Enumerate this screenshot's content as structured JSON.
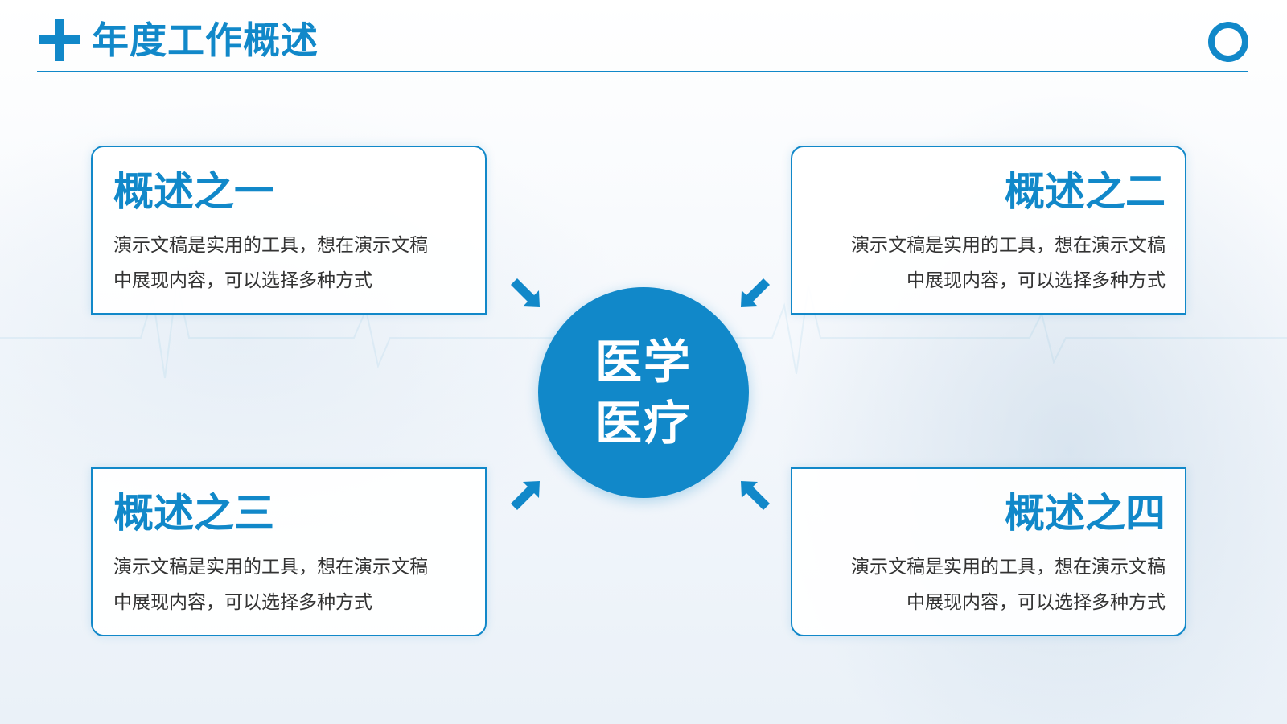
{
  "header": {
    "title": "年度工作概述"
  },
  "center": {
    "line1": "医学",
    "line2": "医疗"
  },
  "cards": [
    {
      "title": "概述之一",
      "body_line1": "演示文稿是实用的工具，想在演示文稿",
      "body_line2": "中展现内容，可以选择多种方式"
    },
    {
      "title": "概述之二",
      "body_line1": "演示文稿是实用的工具，想在演示文稿",
      "body_line2": "中展现内容，可以选择多种方式"
    },
    {
      "title": "概述之三",
      "body_line1": "演示文稿是实用的工具，想在演示文稿",
      "body_line2": "中展现内容，可以选择多种方式"
    },
    {
      "title": "概述之四",
      "body_line1": "演示文稿是实用的工具，想在演示文稿",
      "body_line2": "中展现内容，可以选择多种方式"
    }
  ],
  "icons": {
    "header": "plus-icon",
    "corner": "ring-icon",
    "connector": "arrow-icon"
  },
  "colors": {
    "accent": "#1188c9",
    "body_text": "#333333",
    "background": "#ffffff"
  }
}
